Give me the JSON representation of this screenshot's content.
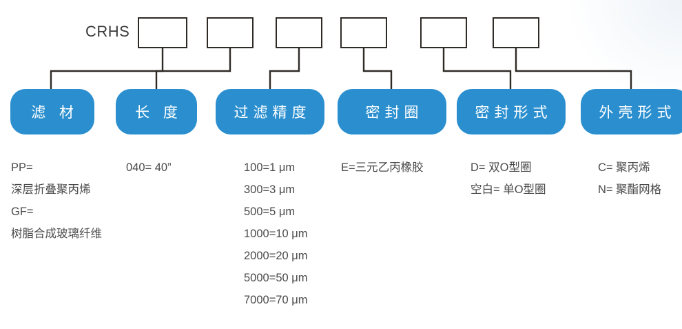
{
  "diagram": {
    "prefix_label": "CRHS",
    "accent_color": "#2b8fcf",
    "line_color": "#2e2a26",
    "text_color": "#4a4a4a",
    "code_boxes": [
      {
        "name": "code-box-1",
        "value": ""
      },
      {
        "name": "code-box-2",
        "value": ""
      },
      {
        "name": "code-box-3",
        "value": ""
      },
      {
        "name": "code-box-4",
        "value": ""
      },
      {
        "name": "code-box-5",
        "value": ""
      },
      {
        "name": "code-box-6",
        "value": ""
      }
    ],
    "categories": [
      {
        "label": "滤 材"
      },
      {
        "label": "长 度"
      },
      {
        "label": "过滤精度"
      },
      {
        "label": "密封圈"
      },
      {
        "label": "密封形式"
      },
      {
        "label": "外壳形式"
      }
    ],
    "legends": [
      {
        "key": "filter-material",
        "lines": [
          "PP=",
          "深层折叠聚丙烯",
          "GF=",
          "树脂合成玻璃纤维"
        ]
      },
      {
        "key": "length",
        "lines": [
          "040= 40”"
        ]
      },
      {
        "key": "filtration-accuracy",
        "lines": [
          "100=1 μm",
          "300=3 μm",
          "500=5 μm",
          "1000=10 μm",
          "2000=20 μm",
          "5000=50 μm",
          "7000=70 μm"
        ]
      },
      {
        "key": "sealing-ring",
        "lines": [
          "E=三元乙丙橡胶"
        ]
      },
      {
        "key": "sealing-type",
        "lines": [
          "D= 双O型圈",
          "空白= 单O型圈"
        ]
      },
      {
        "key": "housing-type",
        "lines": [
          "C= 聚丙烯",
          "N= 聚酯网格"
        ]
      }
    ]
  }
}
